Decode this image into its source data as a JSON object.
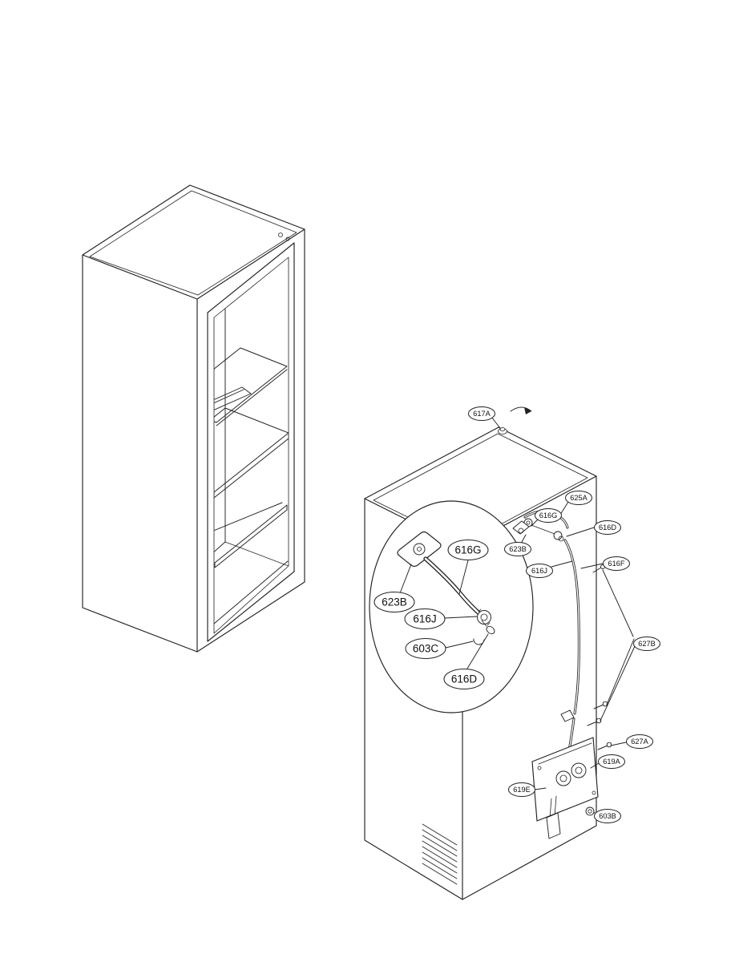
{
  "page": {
    "background": "#ffffff",
    "line_color": "#222222"
  },
  "diagram": {
    "type": "exploded-parts-diagram",
    "subject": "refrigerator cabinet and water valve parts",
    "views": [
      {
        "name": "cabinet-view",
        "description": "empty refrigerator cabinet, isometric"
      },
      {
        "name": "valve-view",
        "description": "refrigerator rear view with water line, valve and magnified inset"
      }
    ]
  },
  "callouts": {
    "main": [
      {
        "label": "617A"
      },
      {
        "label": "625A"
      },
      {
        "label": "616G"
      },
      {
        "label": "616D"
      },
      {
        "label": "623B"
      },
      {
        "label": "616J"
      },
      {
        "label": "616F"
      },
      {
        "label": "627B"
      },
      {
        "label": "627A"
      },
      {
        "label": "619A"
      },
      {
        "label": "619E"
      },
      {
        "label": "603B"
      }
    ],
    "inset": [
      {
        "label": "616G"
      },
      {
        "label": "623B"
      },
      {
        "label": "616J"
      },
      {
        "label": "603C"
      },
      {
        "label": "616D"
      }
    ]
  }
}
